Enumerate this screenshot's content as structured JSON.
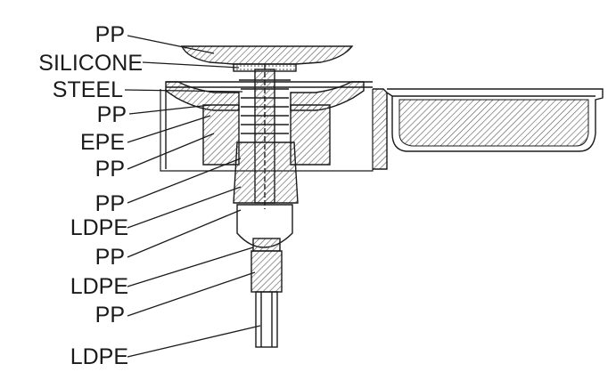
{
  "labels": [
    {
      "text": "PP",
      "material": "polypropylene"
    },
    {
      "text": "SILICONE",
      "material": "silicone"
    },
    {
      "text": "STEEL",
      "material": "steel"
    },
    {
      "text": "PP",
      "material": "polypropylene"
    },
    {
      "text": "EPE",
      "material": "expanded polyethylene"
    },
    {
      "text": "PP",
      "material": "polypropylene"
    },
    {
      "text": "PP",
      "material": "polypropylene"
    },
    {
      "text": "LDPE",
      "material": "low-density polyethylene"
    },
    {
      "text": "PP",
      "material": "polypropylene"
    },
    {
      "text": "LDPE",
      "material": "low-density polyethylene"
    },
    {
      "text": "PP",
      "material": "polypropylene"
    },
    {
      "text": "LDPE",
      "material": "low-density polyethylene"
    }
  ],
  "colors": {
    "line": "#1a1a1a",
    "hatch": "#555555",
    "background": "#ffffff"
  }
}
